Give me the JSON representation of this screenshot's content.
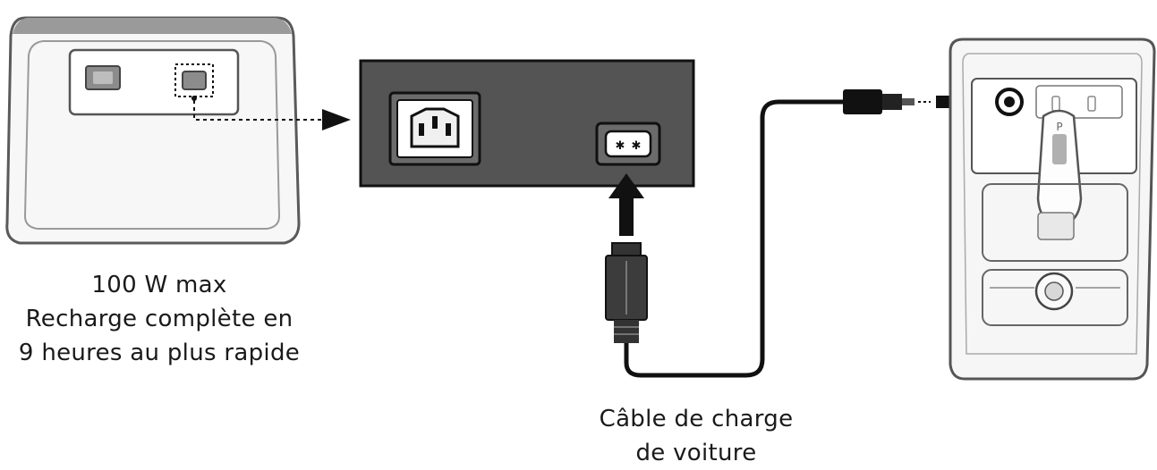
{
  "station_caption": {
    "line1": "100 W max",
    "line2": "Recharge complète en",
    "line3": "9 heures au plus rapide"
  },
  "cable_caption": {
    "line1": "Câble de charge",
    "line2": "de voiture"
  },
  "console_labels": {
    "gear": "P"
  },
  "colors": {
    "ink": "#1a1a1a",
    "panel_fill": "#545454",
    "device_fill": "#f6f6f6"
  }
}
